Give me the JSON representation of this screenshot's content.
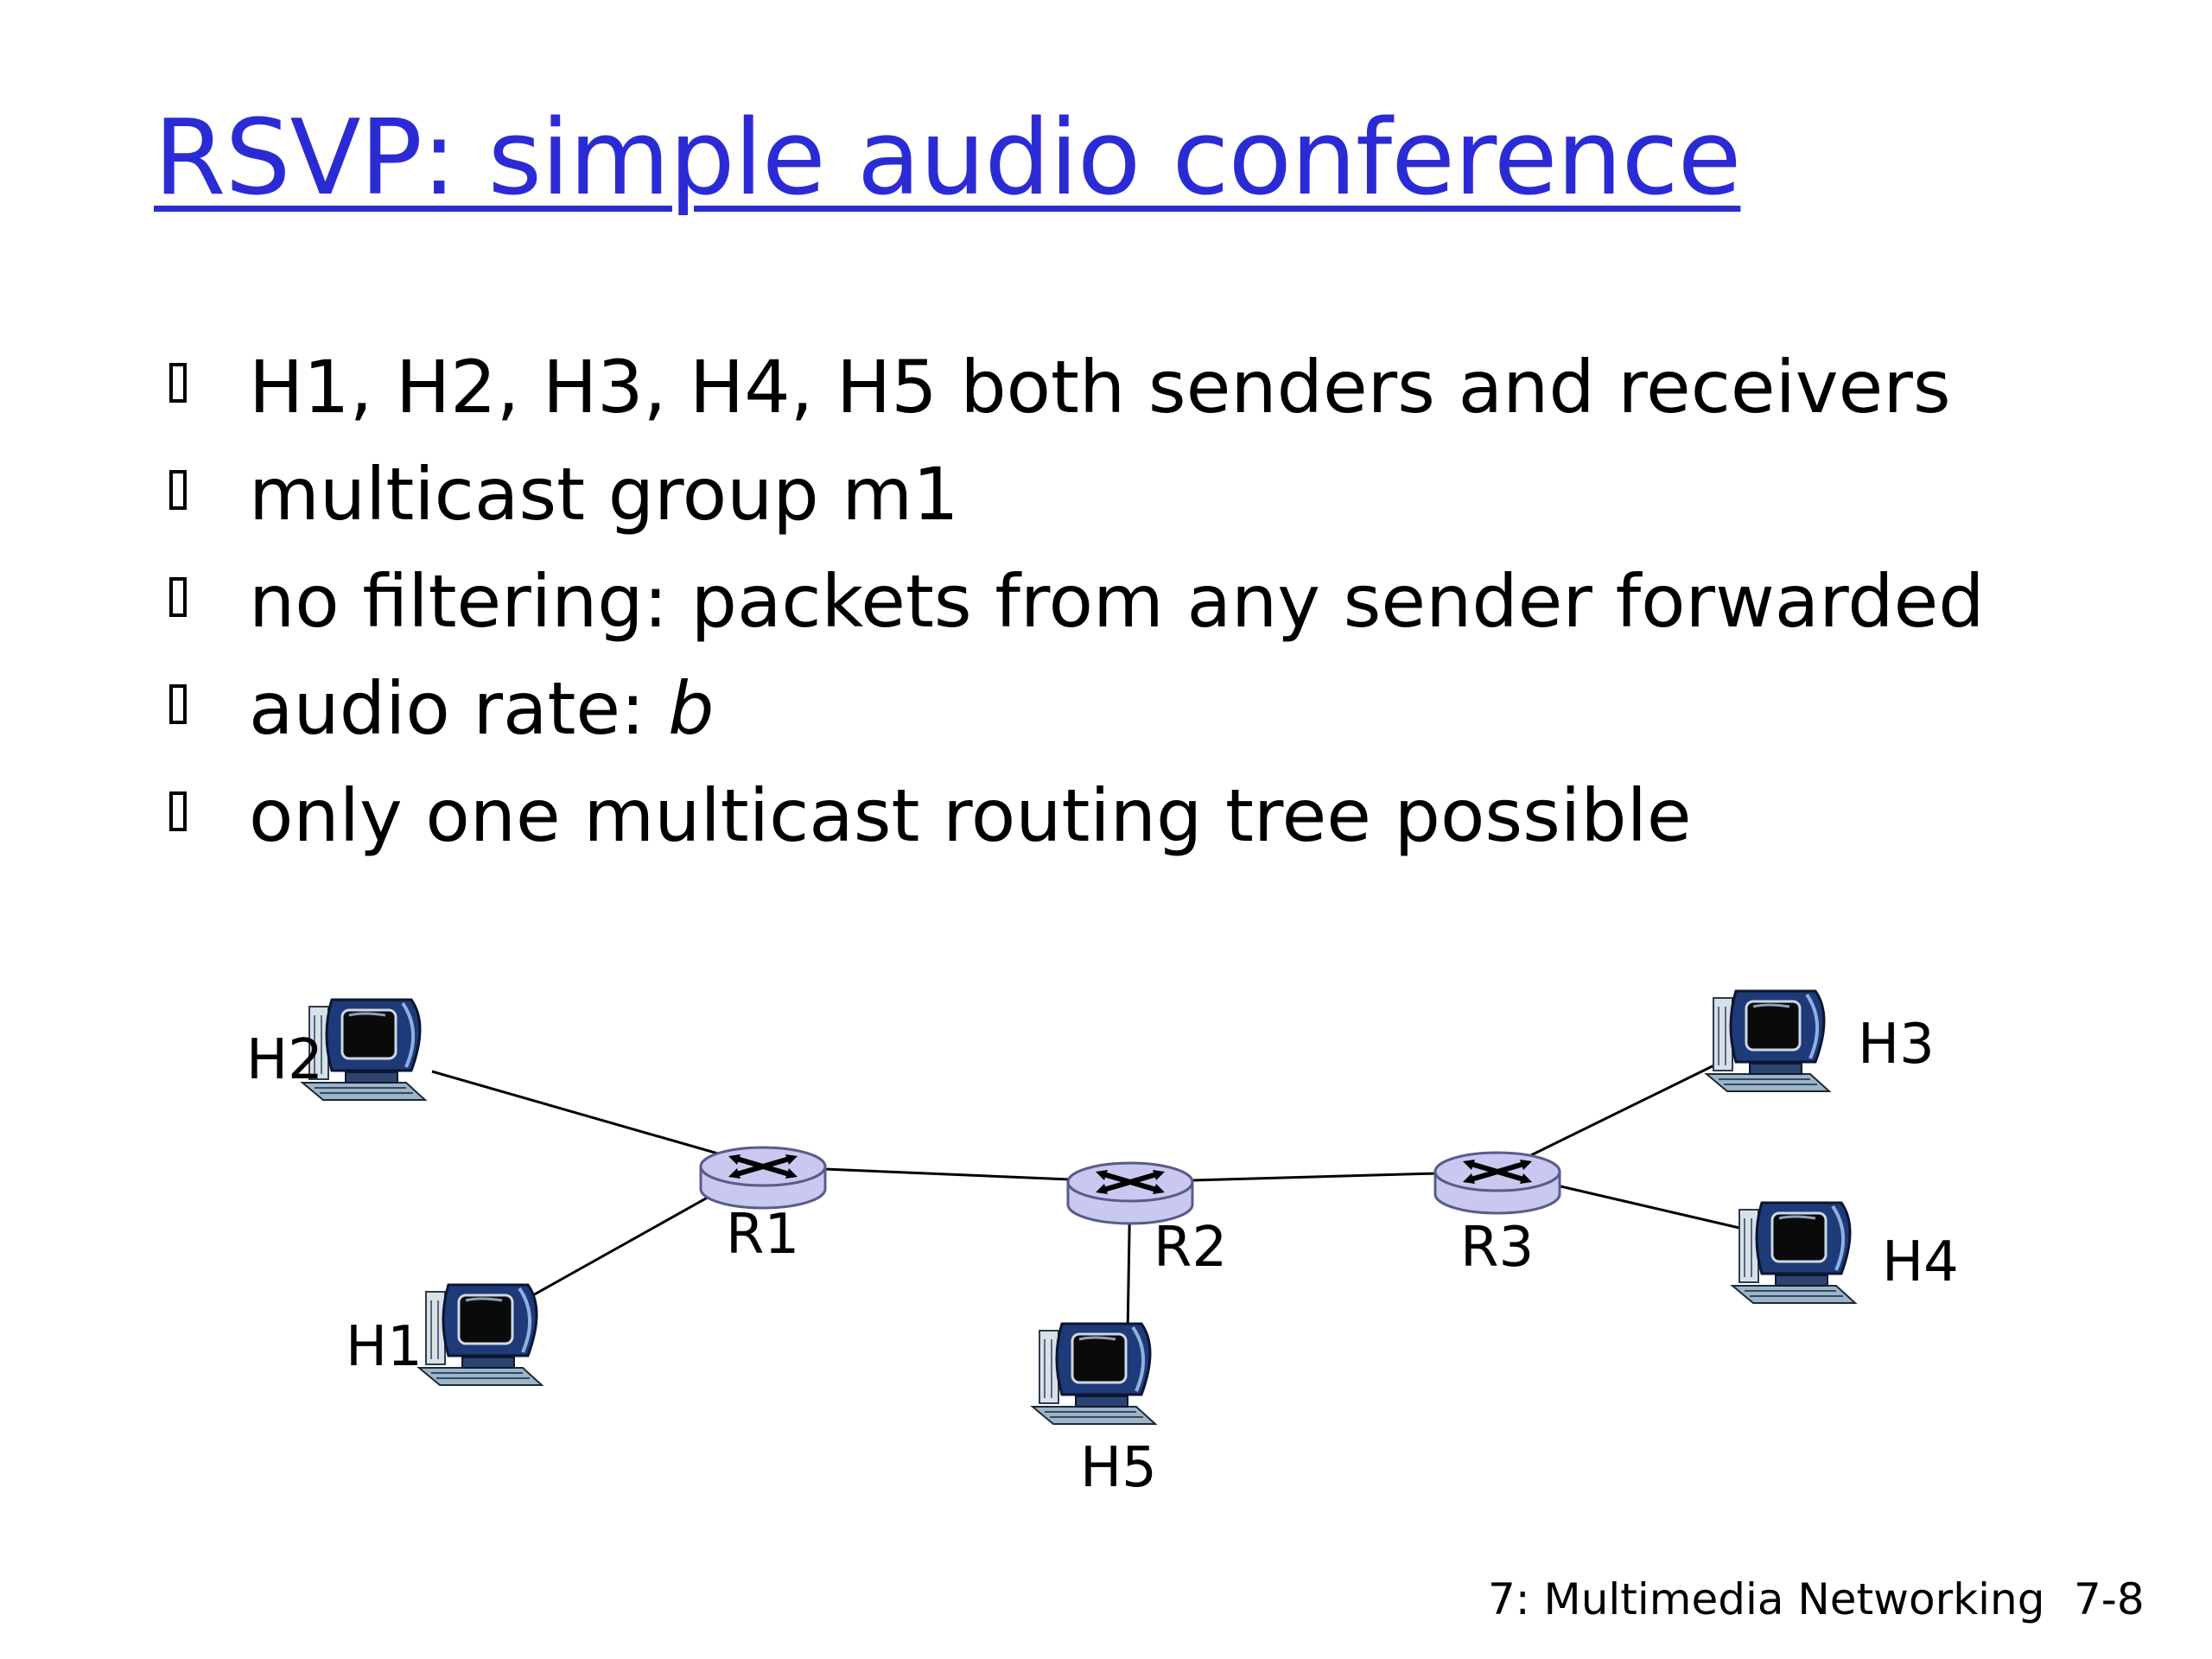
{
  "slide": {
    "title": "RSVP: simple audio conference",
    "bullets": [
      {
        "text": "H1, H2, H3, H4, H5 both senders and receivers"
      },
      {
        "text": "multicast group m1"
      },
      {
        "text": "no filtering: packets from any sender forwarded"
      },
      {
        "text": "audio rate: ",
        "var": "b"
      },
      {
        "text": "only one multicast routing tree possible"
      }
    ]
  },
  "diagram": {
    "hosts": [
      {
        "id": "H1",
        "label": "H1"
      },
      {
        "id": "H2",
        "label": "H2"
      },
      {
        "id": "H3",
        "label": "H3"
      },
      {
        "id": "H4",
        "label": "H4"
      },
      {
        "id": "H5",
        "label": "H5"
      }
    ],
    "routers": [
      {
        "id": "R1",
        "label": "R1"
      },
      {
        "id": "R2",
        "label": "R2"
      },
      {
        "id": "R3",
        "label": "R3"
      }
    ],
    "links": [
      [
        "H2",
        "R1"
      ],
      [
        "H1",
        "R1"
      ],
      [
        "R1",
        "R2"
      ],
      [
        "R2",
        "H5"
      ],
      [
        "R2",
        "R3"
      ],
      [
        "R3",
        "H3"
      ],
      [
        "R3",
        "H4"
      ]
    ],
    "colors": {
      "router_fill": "#c8c8f0",
      "router_stroke": "#5a5a8c",
      "monitor": "#1e3a78",
      "title": "#2b2bd6"
    }
  },
  "footer": {
    "chapter": "7: Multimedia Networking",
    "page": "7-8"
  }
}
